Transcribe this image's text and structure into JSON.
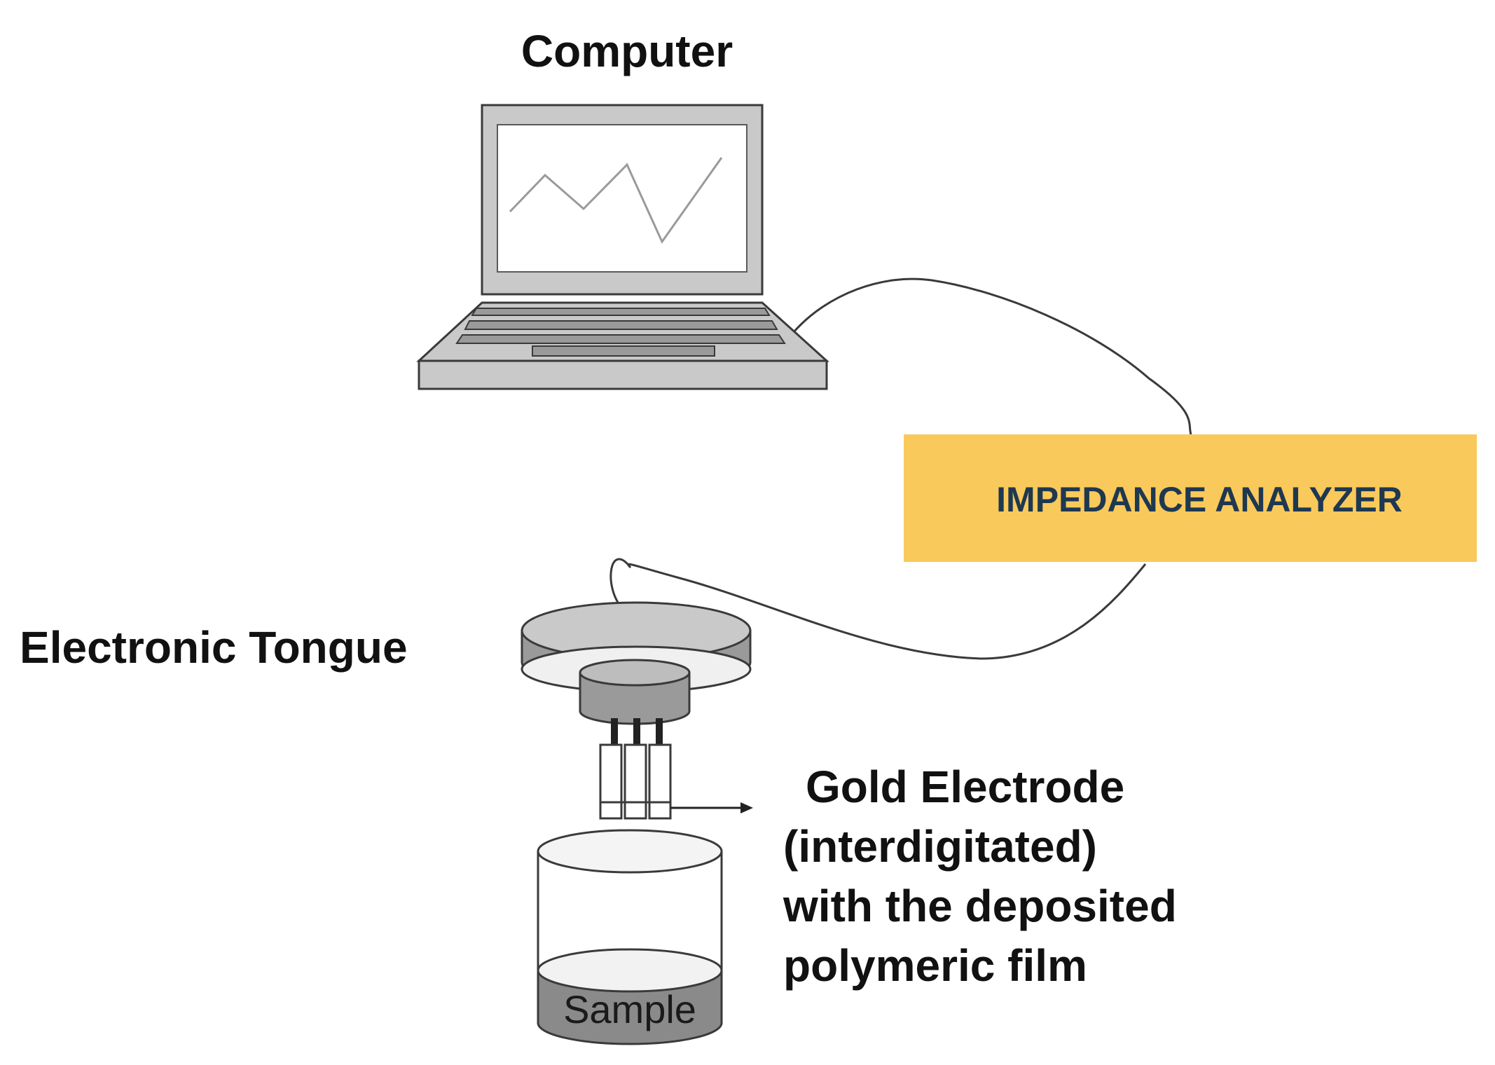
{
  "labels": {
    "computer": "Computer",
    "analyzer": "IMPEDANCE ANALYZER",
    "tongue": "Electronic Tongue",
    "electrode_line1": "Gold Electrode",
    "electrode_line2": "(interdigitated)",
    "electrode_line3": "with the deposited",
    "electrode_line4": "polymeric film",
    "sample": "Sample"
  },
  "colors": {
    "analyzer_fill": "#f9c95b",
    "analyzer_text": "#1e3850",
    "device_gray": "#c7c7c7",
    "device_dark": "#888888",
    "outline": "#3a3a3a",
    "sample_fill": "#8a8a8a",
    "text": "#111111"
  },
  "icons": {
    "computer": "laptop-icon",
    "tongue": "electronic-tongue-icon",
    "beaker": "sample-beaker-icon"
  }
}
